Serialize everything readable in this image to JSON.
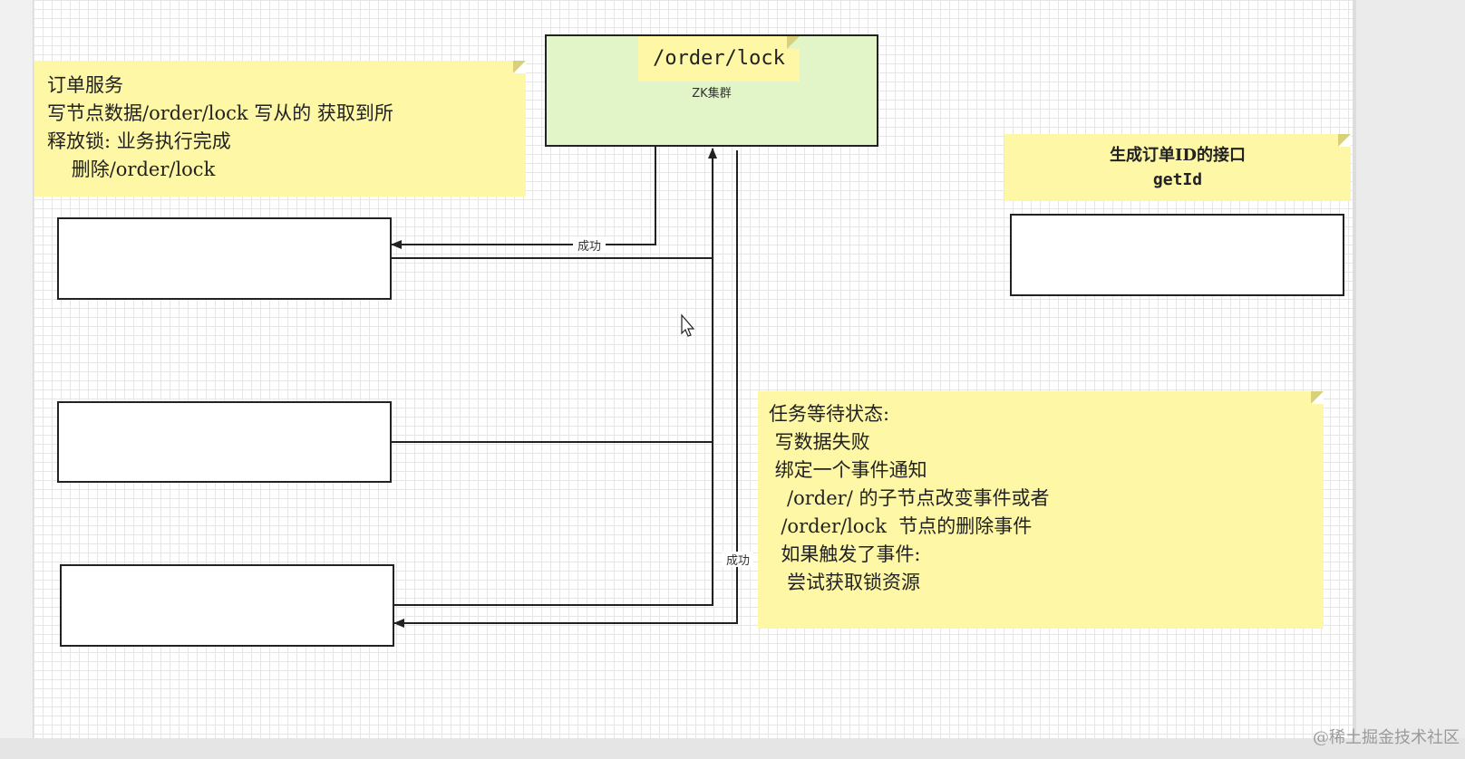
{
  "zk_cluster": {
    "path_label": "/order/lock",
    "cluster_label": "ZK集群"
  },
  "order_service_note": {
    "lines": [
      "订单服务",
      "写节点数据/order/lock 写从的 获取到所",
      "释放锁: 业务执行完成",
      "    删除/order/lock"
    ]
  },
  "getid_note": {
    "lines": [
      "生成订单ID的接口",
      "getId"
    ]
  },
  "wait_note": {
    "lines": [
      "任务等待状态:",
      " 写数据失败",
      " 绑定一个事件通知",
      "   /order/ 的子节点改变事件或者",
      "  /order/lock  节点的删除事件",
      "  如果触发了事件:",
      "   尝试获取锁资源"
    ]
  },
  "edge_labels": {
    "success_top": "成功",
    "success_bottom": "成功"
  },
  "watermark": "@稀土掘金技术社区",
  "colors": {
    "note_fill": "#fdf7a6",
    "zk_fill": "#e2f5c8",
    "grid_line": "#e6e6e6"
  }
}
